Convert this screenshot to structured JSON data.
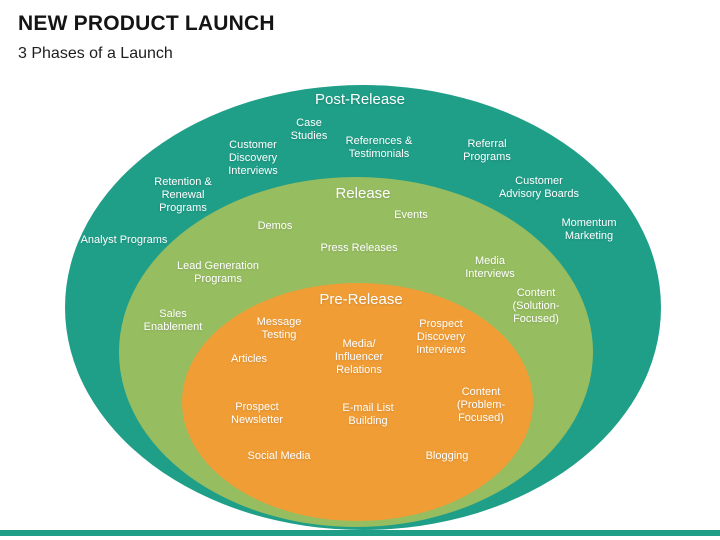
{
  "header": {
    "title": "NEW PRODUCT LAUNCH",
    "subtitle": "3 Phases of a Launch"
  },
  "colors": {
    "post_release": "#1F9E88",
    "release": "#97BD61",
    "pre_release": "#F09D36",
    "footer_bar": "#1F9E88",
    "label_text": "#FFFFFF"
  },
  "diagram": {
    "post_release": {
      "title": "Post-Release",
      "items": {
        "case_studies": "Case\nStudies",
        "customer_discovery_interviews": "Customer\nDiscovery\nInterviews",
        "references_testimonials": "References &\nTestimonials",
        "referral_programs": "Referral\nPrograms",
        "retention_renewal_programs": "Retention &\nRenewal\nPrograms",
        "customer_advisory_boards": "Customer\nAdvisory Boards",
        "analyst_programs": "Analyst Programs",
        "momentum_marketing": "Momentum\nMarketing"
      }
    },
    "release": {
      "title": "Release",
      "items": {
        "events": "Events",
        "demos": "Demos",
        "press_releases": "Press Releases",
        "lead_generation_programs": "Lead Generation\nPrograms",
        "media_interviews": "Media\nInterviews",
        "content_solution_focused": "Content\n(Solution-\nFocused)",
        "sales_enablement": "Sales\nEnablement"
      }
    },
    "pre_release": {
      "title": "Pre-Release",
      "items": {
        "message_testing": "Message\nTesting",
        "media_influencer_relations": "Media/\nInfluencer\nRelations",
        "prospect_discovery_interviews": "Prospect\nDiscovery\nInterviews",
        "articles": "Articles",
        "content_problem_focused": "Content\n(Problem-\nFocused)",
        "prospect_newsletter": "Prospect\nNewsletter",
        "email_list_building": "E-mail List\nBuilding",
        "social_media": "Social Media",
        "blogging": "Blogging"
      }
    }
  }
}
